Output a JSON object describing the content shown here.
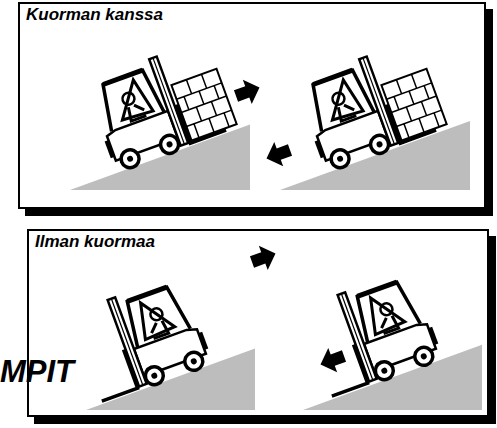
{
  "diagram": {
    "nodes": [
      {
        "text": [
          "Kuorman kanssa"
        ]
      },
      {
        "text": [
          "Ilman kuormaa"
        ]
      }
    ],
    "labels": [
      "MPIT"
    ]
  }
}
